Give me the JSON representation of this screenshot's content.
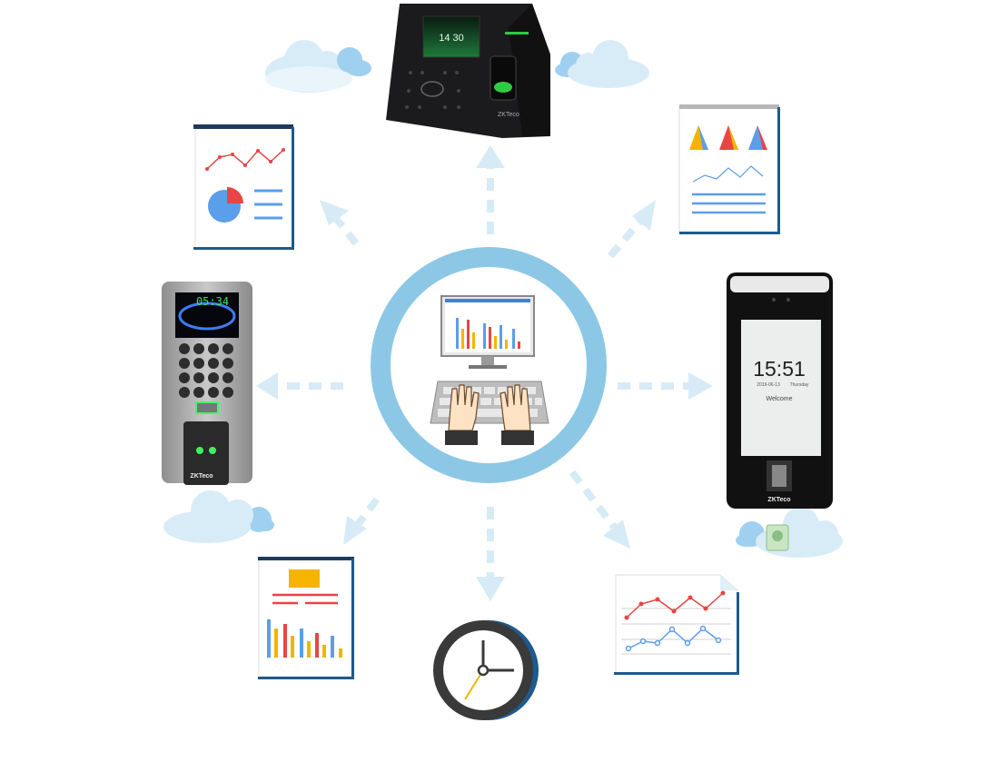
{
  "devices": {
    "face_terminal": {
      "time": "14 30",
      "brand": "ZKTeco"
    },
    "fingerprint_terminal": {
      "time": "05:34",
      "brand": "ZKTeco"
    },
    "visible_light_terminal": {
      "time": "15:51",
      "date": "2019-06-13",
      "weekday": "Thursday",
      "greeting": "Welcome",
      "brand": "ZKTeco"
    }
  },
  "colors": {
    "ring": "#8cc8e6",
    "arrow": "#d6ebf6",
    "doc_border": "#1e5a8c",
    "chart_red": "#e84545",
    "chart_blue": "#5b9ee9",
    "chart_yellow": "#f4b400"
  }
}
